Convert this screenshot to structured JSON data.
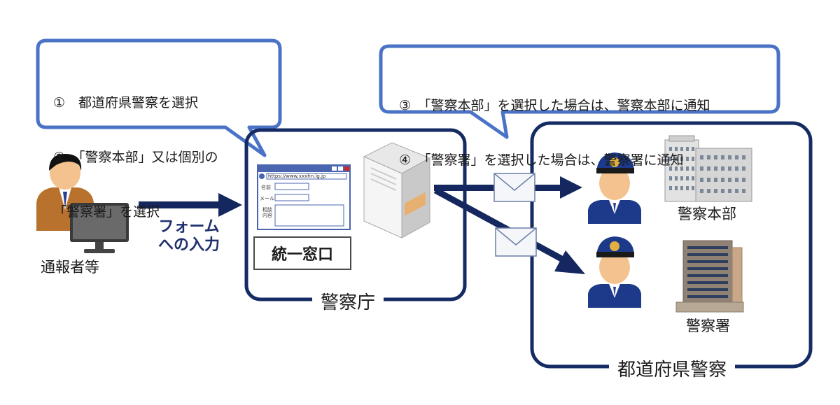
{
  "callout_left": {
    "line1": "①　都道府県警察を選択",
    "line2": "②　「警察本部」又は個別の",
    "line3": "「警察署」を選択"
  },
  "callout_right": {
    "line1": "③　「警察本部」を選択した場合は、警察本部に通知",
    "line2": "④　「警察署」を選択した場合は、警察署に通知"
  },
  "reporter": {
    "label": "通報者等"
  },
  "form_input": {
    "line1": "フォーム",
    "line2": "への入力"
  },
  "npa": {
    "label": "警察庁",
    "window_box_label": "統一窓口",
    "browser": {
      "url": "https://www.xxxhn.lg.jp",
      "field_name": "名前",
      "field_mail": "メール",
      "field_consult_1": "相談",
      "field_consult_2": "内容"
    }
  },
  "prefectural": {
    "label": "都道府県警察",
    "hq_label": "警察本部",
    "station_label": "警察署"
  },
  "colors": {
    "navy": "#152b63",
    "callout_border": "#4a73c6",
    "arrow": "#14275e"
  }
}
